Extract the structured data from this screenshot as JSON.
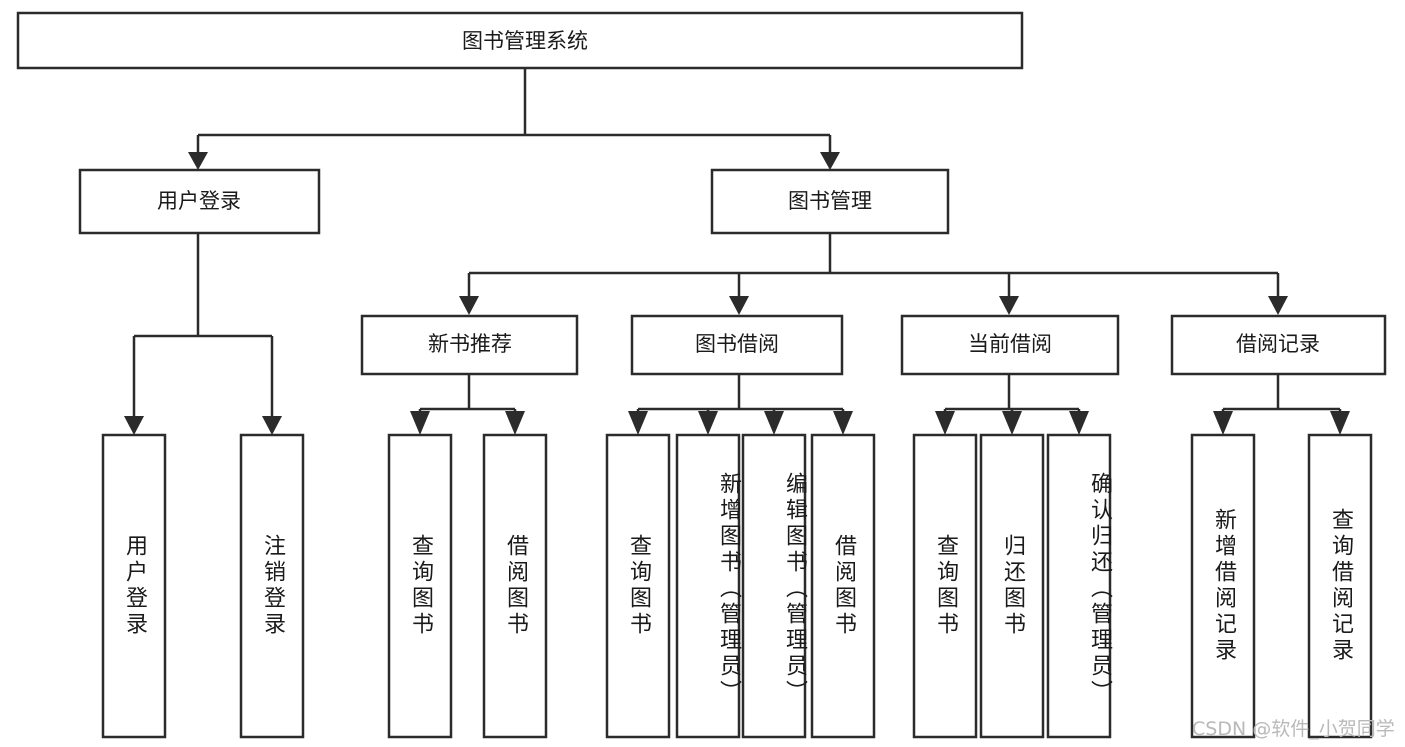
{
  "diagram": {
    "type": "tree-hierarchy",
    "title": "图书管理系统",
    "theme": {
      "stroke": "#2b2b2b",
      "fill": "#ffffff",
      "text": "#1a1a1a",
      "watermark_color": "#b9b9b9"
    },
    "root": {
      "id": "root",
      "label": "图书管理系统",
      "orientation": "horizontal"
    },
    "level2": [
      {
        "id": "user-login",
        "label": "用户登录",
        "orientation": "horizontal"
      },
      {
        "id": "book-manage",
        "label": "图书管理",
        "orientation": "horizontal"
      }
    ],
    "level3": [
      {
        "id": "new-book-recommend",
        "label": "新书推荐",
        "orientation": "horizontal",
        "parent": "book-manage"
      },
      {
        "id": "book-borrow",
        "label": "图书借阅",
        "orientation": "horizontal",
        "parent": "book-manage"
      },
      {
        "id": "current-borrow",
        "label": "当前借阅",
        "orientation": "horizontal",
        "parent": "book-manage"
      },
      {
        "id": "borrow-records",
        "label": "借阅记录",
        "orientation": "horizontal",
        "parent": "book-manage"
      }
    ],
    "leaves": [
      {
        "id": "leaf-user-login",
        "label": "用户登录",
        "orientation": "vertical",
        "parent": "user-login",
        "align": "center"
      },
      {
        "id": "leaf-user-logout",
        "label": "注销登录",
        "orientation": "vertical",
        "parent": "user-login",
        "align": "center"
      },
      {
        "id": "leaf-query-book-1",
        "label": "查询图书",
        "orientation": "vertical",
        "parent": "new-book-recommend",
        "align": "center"
      },
      {
        "id": "leaf-borrow-book-1",
        "label": "借阅图书",
        "orientation": "vertical",
        "parent": "new-book-recommend",
        "align": "center"
      },
      {
        "id": "leaf-query-book-2",
        "label": "查询图书",
        "orientation": "vertical",
        "parent": "book-borrow",
        "align": "center"
      },
      {
        "id": "leaf-add-book",
        "label": "新增图书（管理员）",
        "orientation": "vertical",
        "parent": "book-borrow",
        "align": "top"
      },
      {
        "id": "leaf-edit-book",
        "label": "编辑图书（管理员）",
        "orientation": "vertical",
        "parent": "book-borrow",
        "align": "top"
      },
      {
        "id": "leaf-borrow-book-2",
        "label": "借阅图书",
        "orientation": "vertical",
        "parent": "book-borrow",
        "align": "center"
      },
      {
        "id": "leaf-query-book-3",
        "label": "查询图书",
        "orientation": "vertical",
        "parent": "current-borrow",
        "align": "center"
      },
      {
        "id": "leaf-return-book",
        "label": "归还图书",
        "orientation": "vertical",
        "parent": "current-borrow",
        "align": "center"
      },
      {
        "id": "leaf-confirm-return",
        "label": "确认归还（管理员）",
        "orientation": "vertical",
        "parent": "current-borrow",
        "align": "top"
      },
      {
        "id": "leaf-add-record",
        "label": "新增借阅记录",
        "orientation": "vertical",
        "parent": "borrow-records",
        "align": "center"
      },
      {
        "id": "leaf-query-record",
        "label": "查询借阅记录",
        "orientation": "vertical",
        "parent": "borrow-records",
        "align": "center"
      }
    ],
    "watermark": "CSDN @软件_小贺同学"
  }
}
